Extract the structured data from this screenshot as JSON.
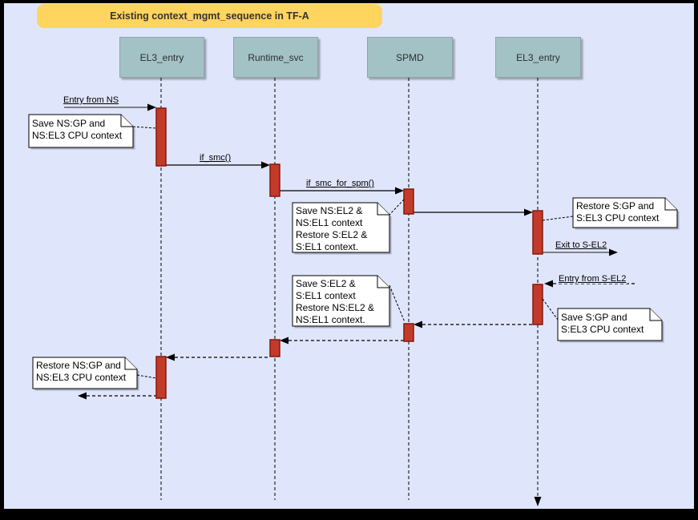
{
  "title": {
    "text": "Existing context_mgmt_sequence in TF-A"
  },
  "participants": [
    {
      "label": "EL3_entry"
    },
    {
      "label": "Runtime_svc"
    },
    {
      "label": "SPMD"
    },
    {
      "label": "EL3_entry"
    }
  ],
  "messages": [
    {
      "label": "Entry from NS"
    },
    {
      "label": "if_smc()"
    },
    {
      "label": "if_smc_for_spm()"
    },
    {
      "label": "Exit to S-EL2"
    },
    {
      "label": "Entry from S-EL2"
    }
  ],
  "notes": [
    {
      "text": "Save NS:GP and\nNS:EL3 CPU context"
    },
    {
      "text": "Save NS:EL2 &\nNS:EL1 context\nRestore S:EL2 &\nS:EL1 context."
    },
    {
      "text": "Restore S:GP and\nS:EL3 CPU context"
    },
    {
      "text": "Save S:EL2 &\nS:EL1 context\nRestore NS:EL2 &\nNS:EL1 context."
    },
    {
      "text": "Save S:GP and\nS:EL3 CPU context"
    },
    {
      "text": "Restore NS:GP and\nNS:EL3 CPU context"
    }
  ],
  "colors": {
    "background": "#dfe6fc",
    "title_fill": "#ffd45f",
    "participant_fill": "#a3c2c6",
    "activation_fill": "#c23b2a",
    "activation_border": "#87170b",
    "note_fill": "#ffffff"
  }
}
